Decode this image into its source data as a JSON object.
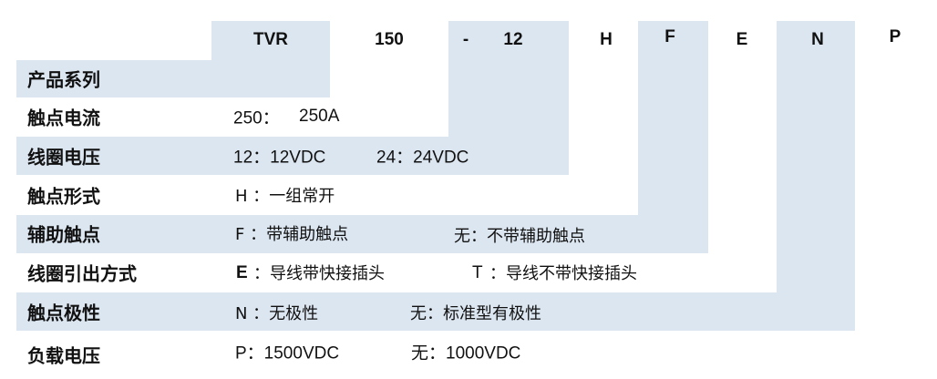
{
  "header": {
    "code_tvr": "TVR",
    "code_150": "150",
    "dash": "-",
    "code_12": "12",
    "code_h": "H",
    "code_f": "F",
    "code_e": "E",
    "code_n": "N",
    "code_p": "P"
  },
  "rows": [
    {
      "label": "产品系列"
    },
    {
      "label": "触点电流",
      "values": [
        "250：",
        "250A"
      ]
    },
    {
      "label": "线圈电压",
      "values": [
        "12：12VDC",
        "24：24VDC"
      ]
    },
    {
      "label": "触点形式",
      "values": [
        "H ：一组常开"
      ]
    },
    {
      "label": "辅助触点",
      "values": [
        "F ：带辅助触点",
        "无：不带辅助触点"
      ]
    },
    {
      "label": "线圈引出方式",
      "values": [
        "E",
        "：导线带快接插头",
        "T",
        "：导线不带快接插头"
      ]
    },
    {
      "label": "触点极性",
      "values": [
        "N ：无极性",
        "无：标准型有极性"
      ]
    },
    {
      "label": "负载电压",
      "values": [
        "P：1500VDC",
        "无：1000VDC"
      ]
    }
  ],
  "colors": {
    "band": "#dce6f1",
    "background": "#ffffff",
    "text": "#111111"
  }
}
